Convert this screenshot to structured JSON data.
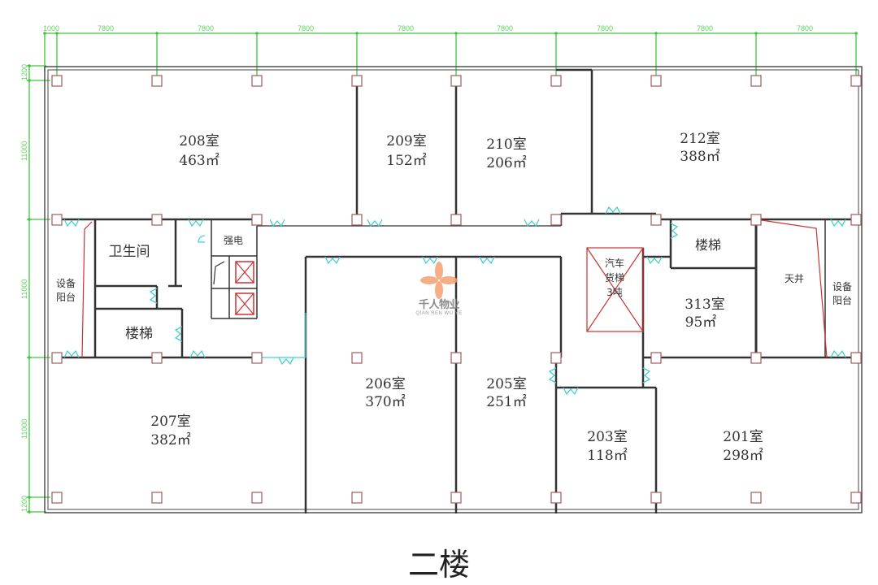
{
  "title": "二楼",
  "dimensions": {
    "top": [
      "1000",
      "7800",
      "7800",
      "7800",
      "7800",
      "7800",
      "7800",
      "7800",
      "7800"
    ],
    "left": [
      "1200",
      "11000",
      "11000",
      "11000",
      "1200"
    ]
  },
  "rooms": [
    {
      "id": "208",
      "name": "208室",
      "area": "463㎡"
    },
    {
      "id": "209",
      "name": "209室",
      "area": "152㎡"
    },
    {
      "id": "210",
      "name": "210室",
      "area": "206㎡"
    },
    {
      "id": "212",
      "name": "212室",
      "area": "388㎡"
    },
    {
      "id": "313",
      "name": "313室",
      "area": "95㎡"
    },
    {
      "id": "207",
      "name": "207室",
      "area": "382㎡"
    },
    {
      "id": "206",
      "name": "206室",
      "area": "370㎡"
    },
    {
      "id": "205",
      "name": "205室",
      "area": "251㎡"
    },
    {
      "id": "203",
      "name": "203室",
      "area": "118㎡"
    },
    {
      "id": "201",
      "name": "201室",
      "area": "298㎡"
    }
  ],
  "spaces": {
    "restroom": "卫生间",
    "stair_left": "楼梯",
    "stair_right": "楼梯",
    "electrical": "强电",
    "equip_balcony_left_1": "设备",
    "equip_balcony_left_2": "阳台",
    "equip_balcony_right_1": "设备",
    "equip_balcony_right_2": "阳台",
    "atrium": "天井",
    "freight_elevator_1": "汽车",
    "freight_elevator_2": "货梯",
    "freight_elevator_3": "3吨"
  },
  "watermark": {
    "cn": "千人物业",
    "en": "QIAN REN WU YE"
  },
  "colors": {
    "dimension": "#3cc83c",
    "wall": "#333333",
    "column": "#a05a5a",
    "door": "#40d0d0",
    "red": "#d03030",
    "watermark": "#f4a070"
  }
}
